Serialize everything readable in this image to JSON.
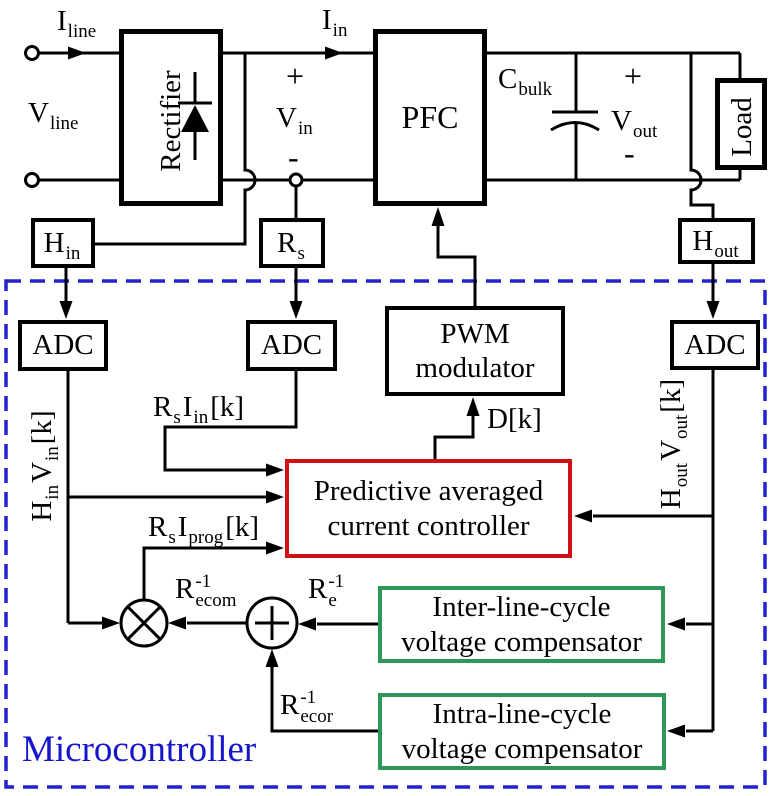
{
  "blocks": {
    "rectifier": {
      "label": "Rectifier"
    },
    "pfc": {
      "label": "PFC"
    },
    "load": {
      "label": "Load"
    },
    "h_in": {
      "main": "H",
      "sub": "in"
    },
    "r_s": {
      "main": "R",
      "sub": "s"
    },
    "h_out": {
      "main": "H",
      "sub": "out"
    },
    "adc_left": {
      "label": "ADC"
    },
    "adc_mid": {
      "label": "ADC"
    },
    "adc_right": {
      "label": "ADC"
    },
    "pwm": {
      "line1": "PWM",
      "line2": "modulator"
    },
    "controller": {
      "line1": "Predictive averaged",
      "line2": "current controller"
    },
    "inter_compensator": {
      "line1": "Inter-line-cycle",
      "line2": "voltage compensator"
    },
    "intra_compensator": {
      "line1": "Intra-line-cycle",
      "line2": "voltage compensator"
    }
  },
  "labels": {
    "i_line": {
      "main": "I",
      "sub": "line"
    },
    "v_line": {
      "main": "V",
      "sub": "line"
    },
    "i_in": {
      "main": "I",
      "sub": "in"
    },
    "v_in": {
      "main": "V",
      "sub": "in",
      "plus": "+",
      "minus": "-"
    },
    "c_bulk": {
      "main": "C",
      "sub": "bulk"
    },
    "v_out": {
      "main": "V",
      "sub": "out",
      "plus": "+",
      "minus": "-"
    },
    "d_k": "D[k]",
    "hin_vin": {
      "p1": "H",
      "s1": "in",
      "p2": "V",
      "s2": "in",
      "p3": "[k]"
    },
    "rs_iin": {
      "p1": "R",
      "s1": "s",
      "p2": "I",
      "s2": "in",
      "p3": "[k]"
    },
    "rs_iprog": {
      "p1": "R",
      "s1": "s",
      "p2": "I",
      "s2": "prog",
      "p3": "[k]"
    },
    "hout_vout": {
      "p1": "H",
      "s1": "out",
      "p2": "V",
      "s2": "out",
      "p3": "[k]"
    },
    "r_ecom": {
      "main": "R",
      "sup": "-1",
      "sub": "ecom"
    },
    "r_e": {
      "main": "R",
      "sup": "-1",
      "sub": "e"
    },
    "r_ecor": {
      "main": "R",
      "sup": "-1",
      "sub": "ecor"
    },
    "microcontroller": "Microcontroller"
  },
  "colors": {
    "wire": "#000000",
    "controller_border": "#d01217",
    "compensator_border": "#2e9658",
    "dashed_border": "#2323cd",
    "microcontroller_text": "#1515cc",
    "background": "#ffffff"
  }
}
